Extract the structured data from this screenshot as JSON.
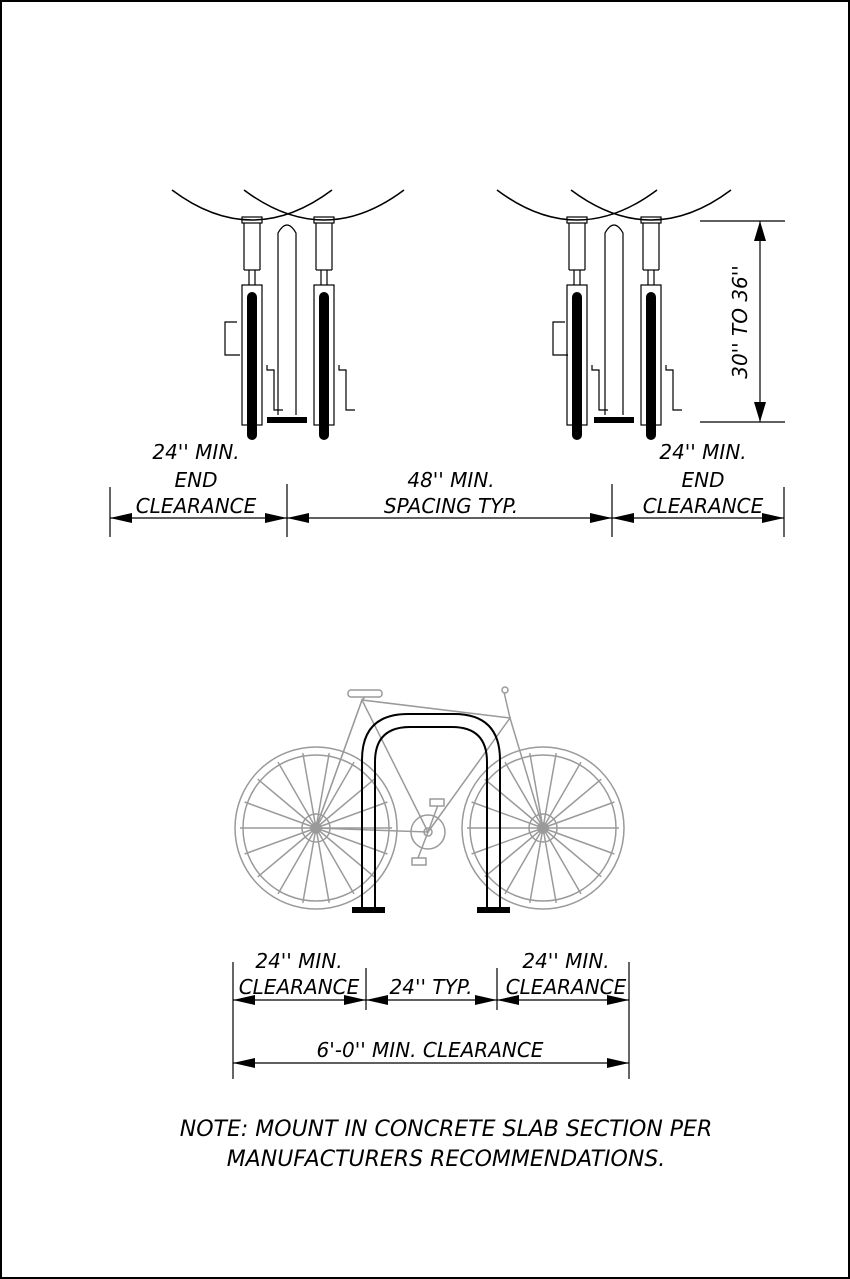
{
  "front_view": {
    "left_end": {
      "line1": "24'' MIN.",
      "line2": "END",
      "line3": "CLEARANCE"
    },
    "middle": {
      "line1": "48'' MIN.",
      "line2": "SPACING TYP."
    },
    "right_end": {
      "line1": "24'' MIN.",
      "line2": "END",
      "line3": "CLEARANCE"
    },
    "height": "30'' TO 36''"
  },
  "side_view": {
    "left": {
      "line1": "24'' MIN.",
      "line2": "CLEARANCE"
    },
    "center": "24'' TYP.",
    "right": {
      "line1": "24'' MIN.",
      "line2": "CLEARANCE"
    },
    "overall": "6'-0'' MIN. CLEARANCE"
  },
  "note": {
    "line1": "NOTE: MOUNT IN CONCRETE SLAB SECTION PER",
    "line2": "MANUFACTURERS RECOMMENDATIONS."
  }
}
